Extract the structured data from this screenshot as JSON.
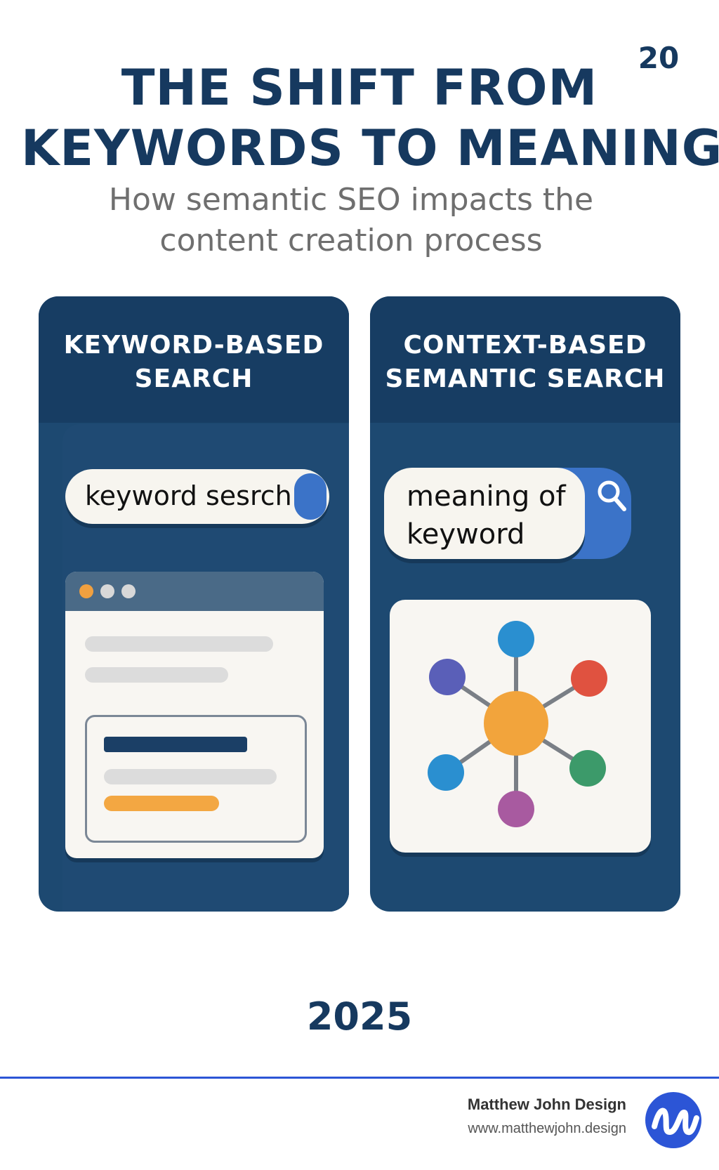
{
  "page_number": "20",
  "title": {
    "line1": "THE SHIFT FROM",
    "line2": "KEYWORDS TO MEANING"
  },
  "subtitle": {
    "line1": "How semantic SEO impacts the",
    "line2": "content creation process"
  },
  "panels": {
    "keyword": {
      "title_line1": "KEYWORD-BASED",
      "title_line2": "SEARCH",
      "search_text": "keyword sesrch"
    },
    "semantic": {
      "title_line1": "CONTEXT-BASED",
      "title_line2": "SEMANTIC SEARCH",
      "search_text_line1": "meaning of",
      "search_text_line2": "keyword",
      "search_icon": "search-icon"
    }
  },
  "year": "2025",
  "footer": {
    "brand_name": "Matthew John Design",
    "brand_url": "www.matthewjohn.design"
  },
  "colors": {
    "primary_navy": "#16395f",
    "panel_bg": "#1d4971",
    "accent_blue": "#3b73c8",
    "accent_orange": "#f0a040",
    "divider_blue": "#2c55d6"
  }
}
